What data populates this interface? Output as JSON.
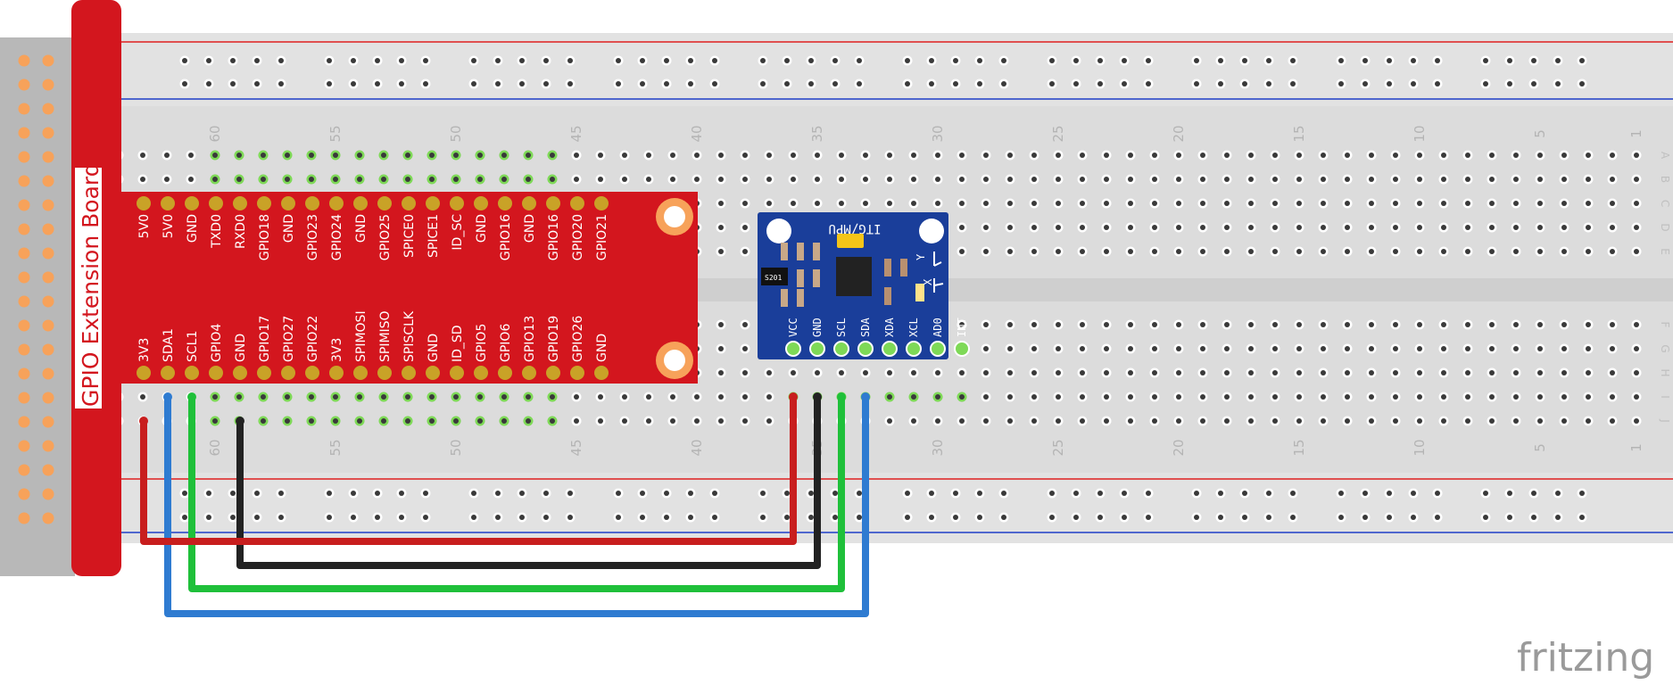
{
  "extension_board": {
    "title": "GPIO Extension Board",
    "top_pins": [
      "5V0",
      "5V0",
      "GND",
      "TXD0",
      "RXD0",
      "GPIO18",
      "GND",
      "GPIO23",
      "GPIO24",
      "GND",
      "GPIO25",
      "SPICE0",
      "SPICE1",
      "ID_SC",
      "GND",
      "GPIO16",
      "GND",
      "GPIO16",
      "GPIO20",
      "GPIO21"
    ],
    "bottom_pins": [
      "3V3",
      "SDA1",
      "SCL1",
      "GPIO4",
      "GND",
      "GPIO17",
      "GPIO27",
      "GPIO22",
      "3V3",
      "SPIMOSI",
      "SPIMISO",
      "SPISCLK",
      "GND",
      "ID_SD",
      "GPIO5",
      "GPIO6",
      "GPIO13",
      "GPIO19",
      "GPIO26",
      "GND"
    ]
  },
  "breadboard": {
    "column_numbers_top": [
      "60",
      "55",
      "50",
      "45",
      "40",
      "35",
      "30",
      "25",
      "20",
      "15",
      "10",
      "5",
      "1"
    ],
    "column_numbers_bottom": [
      "60",
      "55",
      "50",
      "45",
      "40",
      "35",
      "30",
      "25",
      "20",
      "15",
      "10",
      "5",
      "1"
    ],
    "row_letters_top": [
      "A",
      "B",
      "C",
      "D",
      "E"
    ],
    "row_letters_bottom": [
      "F",
      "G",
      "H",
      "I",
      "J"
    ]
  },
  "module": {
    "title": "ITG/MPU",
    "pins": [
      "VCC",
      "GND",
      "SCL",
      "SDA",
      "XDA",
      "XCL",
      "AD0",
      "INT"
    ],
    "chip_label": "S201",
    "axis_y": "Y",
    "axis_x": "X"
  },
  "wires": [
    {
      "from": "SDA1",
      "to": "SDA",
      "color": "#2e7bd1"
    },
    {
      "from": "SCL1",
      "to": "SCL",
      "color": "#1fc03a"
    },
    {
      "from": "GND",
      "to": "GND",
      "color": "#222222"
    },
    {
      "from": "3V3",
      "to": "VCC",
      "color": "#c81e1e"
    }
  ],
  "colors": {
    "board_red": "#d3161e",
    "breadboard": "#dcdcdc",
    "module_blue": "#1a3e9a",
    "pad_gold": "#c9a227",
    "hole_dark": "#3a3a3a",
    "hole_green": "#7ed957",
    "header_orange": "#f7a25a",
    "rail_red": "#e02020",
    "rail_blue": "#1e3ec8"
  },
  "brand": "fritzing"
}
